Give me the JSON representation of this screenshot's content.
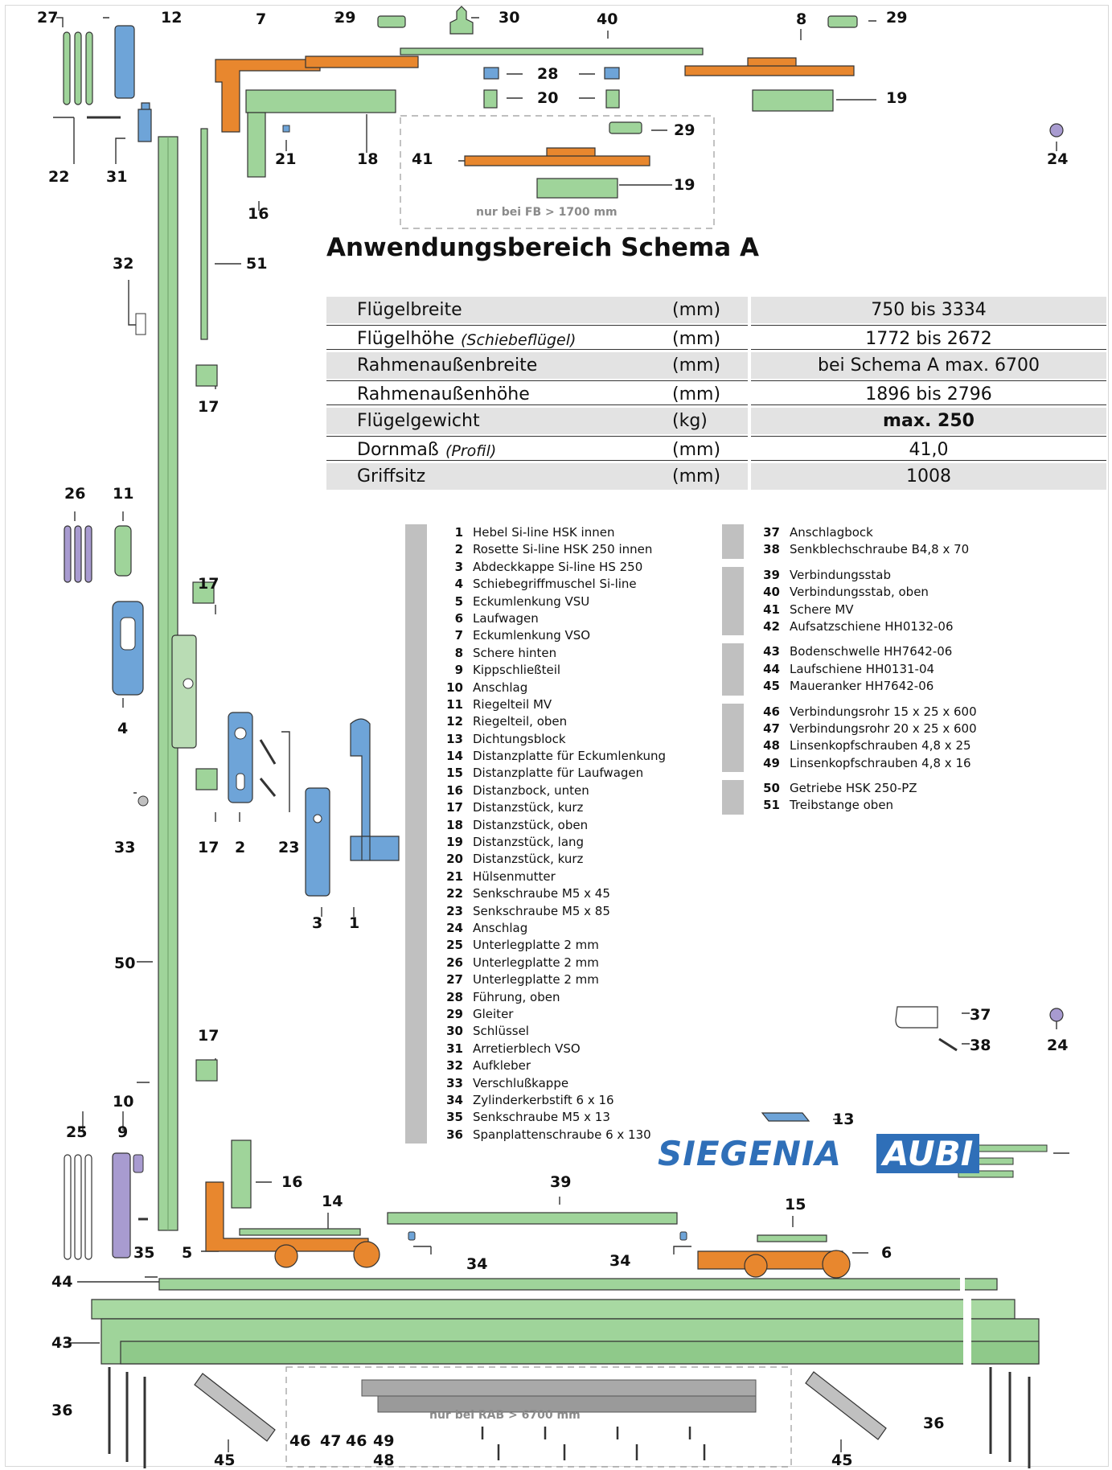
{
  "title": "Anwendungsbereich Schema A",
  "spec_table": [
    {
      "label": "Flügelbreite",
      "label_note": "",
      "unit": "(mm)",
      "value": "750 bis  3334",
      "bold": false
    },
    {
      "label": "Flügelhöhe",
      "label_note": "(Schiebeflügel)",
      "unit": "(mm)",
      "value": "1772 bis  2672",
      "bold": false
    },
    {
      "label": "Rahmenaußenbreite",
      "label_note": "",
      "unit": "(mm)",
      "value": "bei Schema A max. 6700",
      "bold": false
    },
    {
      "label": "Rahmenaußenhöhe",
      "label_note": "",
      "unit": "(mm)",
      "value": "1896 bis  2796",
      "bold": false
    },
    {
      "label": "Flügelgewicht",
      "label_note": "",
      "unit": "(kg)",
      "value": "max. 250",
      "bold": true
    },
    {
      "label": "Dornmaß",
      "label_note": "(Profil)",
      "unit": "(mm)",
      "value": "41,0",
      "bold": false
    },
    {
      "label": "Griffsitz",
      "label_note": "",
      "unit": "(mm)",
      "value": "1008",
      "bold": false
    }
  ],
  "legend_left": [
    {
      "n": "1",
      "t": "Hebel Si-line HSK innen"
    },
    {
      "n": "2",
      "t": "Rosette Si-line HSK 250 innen"
    },
    {
      "n": "3",
      "t": "Abdeckkappe Si-line HS 250"
    },
    {
      "n": "4",
      "t": "Schiebegriffmuschel Si-line"
    },
    {
      "n": "5",
      "t": "Eckumlenkung VSU"
    },
    {
      "n": "6",
      "t": "Laufwagen"
    },
    {
      "n": "7",
      "t": "Eckumlenkung VSO"
    },
    {
      "n": "8",
      "t": "Schere hinten"
    },
    {
      "n": "9",
      "t": "Kippschließteil"
    },
    {
      "n": "10",
      "t": "Anschlag"
    },
    {
      "n": "11",
      "t": "Riegelteil MV"
    },
    {
      "n": "12",
      "t": "Riegelteil, oben"
    },
    {
      "n": "13",
      "t": "Dichtungsblock"
    },
    {
      "n": "14",
      "t": "Distanzplatte für Eckumlenkung"
    },
    {
      "n": "15",
      "t": "Distanzplatte für Laufwagen"
    },
    {
      "n": "16",
      "t": "Distanzbock, unten"
    },
    {
      "n": "17",
      "t": "Distanzstück, kurz"
    },
    {
      "n": "18",
      "t": "Distanzstück, oben"
    },
    {
      "n": "19",
      "t": "Distanzstück, lang"
    },
    {
      "n": "20",
      "t": "Distanzstück, kurz"
    },
    {
      "n": "21",
      "t": "Hülsenmutter"
    },
    {
      "n": "22",
      "t": "Senkschraube M5 x 45"
    },
    {
      "n": "23",
      "t": "Senkschraube M5 x 85"
    },
    {
      "n": "24",
      "t": "Anschlag"
    },
    {
      "n": "25",
      "t": "Unterlegplatte 2 mm"
    },
    {
      "n": "26",
      "t": "Unterlegplatte 2 mm"
    },
    {
      "n": "27",
      "t": "Unterlegplatte 2 mm"
    },
    {
      "n": "28",
      "t": "Führung, oben"
    },
    {
      "n": "29",
      "t": "Gleiter"
    },
    {
      "n": "30",
      "t": "Schlüssel"
    },
    {
      "n": "31",
      "t": "Arretierblech VSO"
    },
    {
      "n": "32",
      "t": "Aufkleber"
    },
    {
      "n": "33",
      "t": "Verschlußkappe"
    },
    {
      "n": "34",
      "t": "Zylinderkerbstift 6 x 16"
    },
    {
      "n": "35",
      "t": "Senkschraube M5 x 13"
    },
    {
      "n": "36",
      "t": "Spanplattenschraube 6 x 130"
    }
  ],
  "legend_right_groups": [
    [
      {
        "n": "37",
        "t": "Anschlagbock"
      },
      {
        "n": "38",
        "t": "Senkblechschraube B4,8 x 70"
      }
    ],
    [
      {
        "n": "39",
        "t": "Verbindungsstab"
      },
      {
        "n": "40",
        "t": "Verbindungsstab, oben"
      },
      {
        "n": "41",
        "t": "Schere MV"
      },
      {
        "n": "42",
        "t": "Aufsatzschiene HH0132-06"
      }
    ],
    [
      {
        "n": "43",
        "t": "Bodenschwelle HH7642-06"
      },
      {
        "n": "44",
        "t": "Laufschiene HH0131-04"
      },
      {
        "n": "45",
        "t": "Maueranker HH7642-06"
      }
    ],
    [
      {
        "n": "46",
        "t": "Verbindungsrohr 15 x 25 x 600"
      },
      {
        "n": "47",
        "t": "Verbindungsrohr 20 x 25 x 600"
      },
      {
        "n": "48",
        "t": "Linsenkopfschrauben 4,8 x 25"
      },
      {
        "n": "49",
        "t": "Linsenkopfschrauben 4,8 x 16"
      }
    ],
    [
      {
        "n": "50",
        "t": "Getriebe HSK 250-PZ"
      },
      {
        "n": "51",
        "t": "Treibstange oben"
      }
    ]
  ],
  "notes": {
    "fb": "nur bei FB > 1700 mm",
    "rab": "nur bei RAB > 6700 mm"
  },
  "logo": {
    "brand": "SIEGENIA",
    "sub": "AUBI",
    "mark": "®"
  },
  "callouts": [
    "27",
    "12",
    "7",
    "29",
    "30",
    "40",
    "8",
    "29",
    "28",
    "20",
    "19",
    "29",
    "41",
    "19",
    "24",
    "22",
    "31",
    "21",
    "18",
    "16",
    "51",
    "32",
    "17",
    "26",
    "11",
    "17",
    "4",
    "33",
    "17",
    "2",
    "23",
    "3",
    "1",
    "50",
    "17",
    "37",
    "38",
    "24",
    "13",
    "10",
    "25",
    "9",
    "16",
    "14",
    "39",
    "15",
    "5",
    "35",
    "34",
    "34",
    "6",
    "44",
    "43",
    "36",
    "45",
    "46",
    "47",
    "46",
    "49",
    "48",
    "45",
    "36"
  ],
  "colors": {
    "orange": "#e8872e",
    "green": "#9fd49a",
    "blue": "#6ea4d8",
    "purple": "#a89bd0",
    "gray": "#c0c0c0"
  }
}
